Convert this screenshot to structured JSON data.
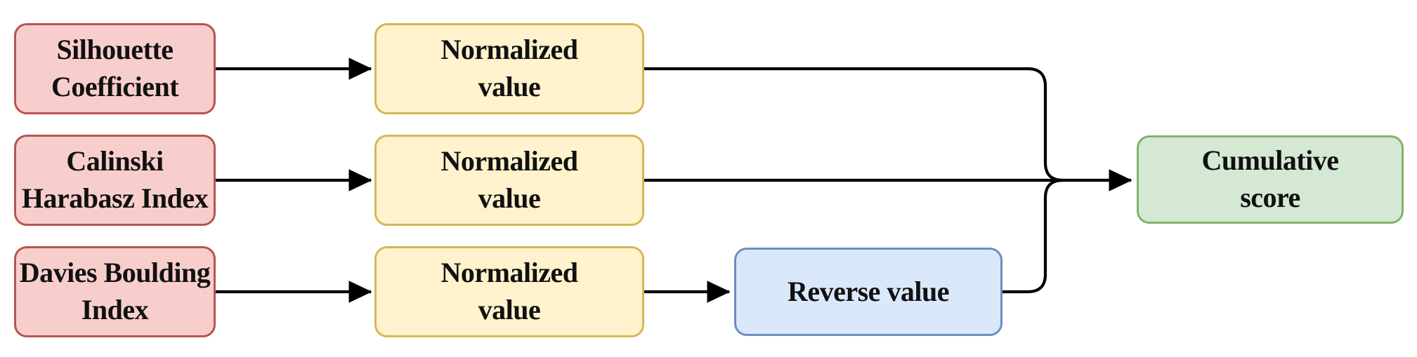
{
  "diagram": {
    "type": "flowchart",
    "background": "#ffffff",
    "arrow_color": "#000000",
    "nodes": [
      {
        "id": "silhouette-coefficient",
        "label": "Silhouette\nCoefficient",
        "role": "metric-input",
        "fill": "#f8cecc",
        "border": "#b85450"
      },
      {
        "id": "calinski-harabasz-index",
        "label": "Calinski\nHarabasz Index",
        "role": "metric-input",
        "fill": "#f8cecc",
        "border": "#b85450"
      },
      {
        "id": "davies-boulding-index",
        "label": "Davies Boulding\nIndex",
        "role": "metric-input",
        "fill": "#f8cecc",
        "border": "#b85450"
      },
      {
        "id": "normalized-value-1",
        "label": "Normalized\nvalue",
        "role": "process",
        "fill": "#fff2cc",
        "border": "#d6b656"
      },
      {
        "id": "normalized-value-2",
        "label": "Normalized\nvalue",
        "role": "process",
        "fill": "#fff2cc",
        "border": "#d6b656"
      },
      {
        "id": "normalized-value-3",
        "label": "Normalized\nvalue",
        "role": "process",
        "fill": "#fff2cc",
        "border": "#d6b656"
      },
      {
        "id": "reverse-value",
        "label": "Reverse value",
        "role": "process",
        "fill": "#dae8fc",
        "border": "#6c8ebf"
      },
      {
        "id": "cumulative-score",
        "label": "Cumulative\nscore",
        "role": "output",
        "fill": "#d5e8d4",
        "border": "#82b366"
      }
    ],
    "edges": [
      {
        "from": "silhouette-coefficient",
        "to": "normalized-value-1"
      },
      {
        "from": "calinski-harabasz-index",
        "to": "normalized-value-2"
      },
      {
        "from": "davies-boulding-index",
        "to": "normalized-value-3"
      },
      {
        "from": "normalized-value-3",
        "to": "reverse-value"
      },
      {
        "from": "normalized-value-1",
        "to": "cumulative-score"
      },
      {
        "from": "normalized-value-2",
        "to": "cumulative-score"
      },
      {
        "from": "reverse-value",
        "to": "cumulative-score"
      }
    ]
  }
}
